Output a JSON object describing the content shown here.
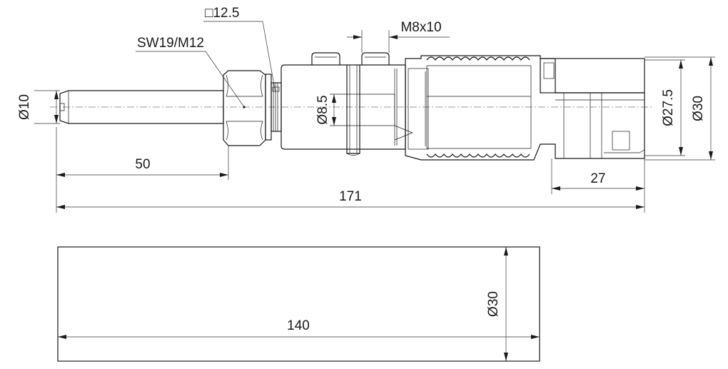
{
  "top_view": {
    "labels": {
      "square": "□12.5",
      "thread": "M8x10",
      "wrench": "SW19/M12",
      "dia10": "Ø10",
      "dia8_5": "Ø8.5",
      "dia27_5": "Ø27.5",
      "dia30": "Ø30",
      "len50": "50",
      "len27": "27",
      "len171": "171"
    }
  },
  "bottom_view": {
    "labels": {
      "len140": "140",
      "dia30": "Ø30"
    }
  }
}
